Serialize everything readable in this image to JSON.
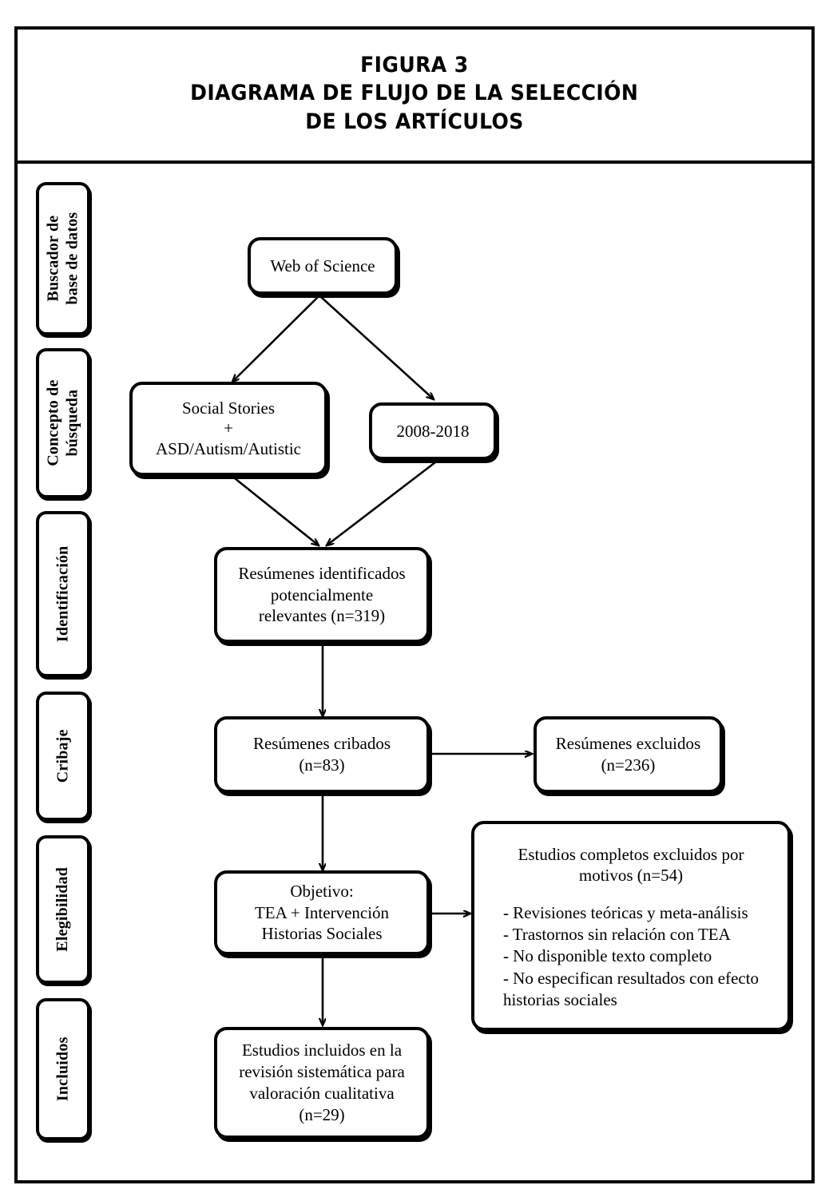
{
  "figure": {
    "title_lines": [
      "FIGURA 3",
      "DIAGRAMA DE FLUJO DE LA SELECCIÓN",
      "DE LOS ARTÍCULOS"
    ]
  },
  "colors": {
    "stroke": "#000000",
    "fill": "#ffffff",
    "text": "#000000"
  },
  "stages": [
    {
      "id": "buscador",
      "label": "Buscador de\nbase de datos"
    },
    {
      "id": "concepto",
      "label": "Concepto de\nbúsqueda"
    },
    {
      "id": "identificacion",
      "label": "Identificación"
    },
    {
      "id": "cribaje",
      "label": "Cribaje"
    },
    {
      "id": "elegibilidad",
      "label": "Elegibilidad"
    },
    {
      "id": "incluidos",
      "label": "Incluidos"
    }
  ],
  "nodes": {
    "database": {
      "text": "Web of Science"
    },
    "concept_terms": {
      "text": "Social Stories\n+\nASD/Autism/Autistic"
    },
    "date_range": {
      "text": "2008-2018"
    },
    "identified": {
      "text": "Resúmenes identificados\npotencialmente\nrelevantes (n=319)"
    },
    "screened": {
      "text": "Resúmenes cribados\n(n=83)"
    },
    "screened_excluded": {
      "text": "Resúmenes excluidos\n(n=236)"
    },
    "objective": {
      "text": "Objetivo:\nTEA + Intervención\nHistorias Sociales"
    },
    "fulltext_excluded": {
      "heading": "Estudios completos excluidos por\nmotivos (n=54)",
      "reasons": [
        "- Revisiones teóricas y meta-análisis",
        "- Trastornos sin relación con TEA",
        "- No disponible texto completo",
        "- No especifican resultados con efecto\nhistorias sociales"
      ]
    },
    "included": {
      "text": "Estudios incluidos en la\nrevisión sistemática para\nvaloración cualitativa\n(n=29)"
    }
  },
  "chart_data": {
    "type": "diagram",
    "title": "FIGURA 3 — DIAGRAMA DE FLUJO DE LA SELECCIÓN DE LOS ARTÍCULOS",
    "diagram_kind": "PRISMA flow diagram",
    "stages": [
      "Buscador de base de datos",
      "Concepto de búsqueda",
      "Identificación",
      "Cribaje",
      "Elegibilidad",
      "Incluidos"
    ],
    "counts": {
      "resumenes_identificados": 319,
      "resumenes_cribados": 83,
      "resumenes_excluidos": 236,
      "estudios_completos_excluidos": 54,
      "estudios_incluidos": 29
    },
    "edges": [
      {
        "from": "Web of Science",
        "to": "Social Stories + ASD/Autism/Autistic"
      },
      {
        "from": "Web of Science",
        "to": "2008-2018"
      },
      {
        "from": "Social Stories + ASD/Autism/Autistic",
        "to": "Resúmenes identificados potencialmente relevantes (n=319)"
      },
      {
        "from": "2008-2018",
        "to": "Resúmenes identificados potencialmente relevantes (n=319)"
      },
      {
        "from": "Resúmenes identificados potencialmente relevantes (n=319)",
        "to": "Resúmenes cribados (n=83)"
      },
      {
        "from": "Resúmenes cribados (n=83)",
        "to": "Resúmenes excluidos (n=236)"
      },
      {
        "from": "Resúmenes cribados (n=83)",
        "to": "Objetivo: TEA + Intervención Historias Sociales"
      },
      {
        "from": "Objetivo: TEA + Intervención Historias Sociales",
        "to": "Estudios completos excluidos por motivos (n=54)"
      },
      {
        "from": "Objetivo: TEA + Intervención Historias Sociales",
        "to": "Estudios incluidos en la revisión sistemática para valoración cualitativa (n=29)"
      }
    ]
  }
}
